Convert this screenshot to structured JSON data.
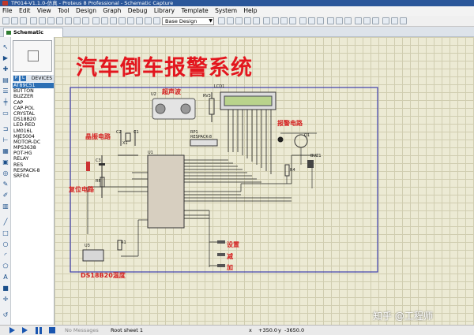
{
  "window": {
    "title": "TP014-V1.1.0-仿真 - Proteus 8 Professional - Schematic Capture"
  },
  "menu": [
    "File",
    "Edit",
    "View",
    "Tool",
    "Design",
    "Graph",
    "Debug",
    "Library",
    "Template",
    "System",
    "Help"
  ],
  "toolbar": {
    "design_select": "Base Design"
  },
  "tabs": [
    {
      "label": "Schematic Capture"
    }
  ],
  "device_panel": {
    "mode_p": "P",
    "mode_l": "L",
    "title": "DEVICES",
    "items": [
      "AT89C51",
      "BUTTON",
      "BUZZER",
      "CAP",
      "CAP-POL",
      "CRYSTAL",
      "DS18B20",
      "LED-RED",
      "LM016L",
      "MJE5004",
      "MOTOR-DC",
      "MPS3638",
      "POT-HG",
      "RELAY",
      "RES",
      "RESPACK-8",
      "SRF04"
    ],
    "selected_index": 0
  },
  "schematic": {
    "title": "汽车倒车报警系统",
    "labels": {
      "ultrasonic": "超声波",
      "crystal": "晶振电路",
      "reset": "复位电路",
      "alarm": "报警电路",
      "set": "设置",
      "minus": "减",
      "plus": "加",
      "temp": "DS18B20温度"
    },
    "components": {
      "lcd": "LCD1",
      "u2": "U2",
      "rv3": "RV3",
      "rp1": "RP1",
      "respack": "RESPACK-8",
      "u1": "U1",
      "c1": "C1",
      "c2": "C2",
      "c3": "C3",
      "x1": "X1",
      "r6": "R6",
      "q1": "Q1",
      "r4": "R4",
      "buz": "BUZ1",
      "u3": "U3",
      "r1": "R1"
    }
  },
  "status": {
    "messages": "No Messages",
    "sheet": "Root sheet 1",
    "x_label": "x",
    "x_value": "+350.0",
    "y_label": "y",
    "y_value": "-3650.0"
  },
  "watermark": "知乎 @工程师"
}
